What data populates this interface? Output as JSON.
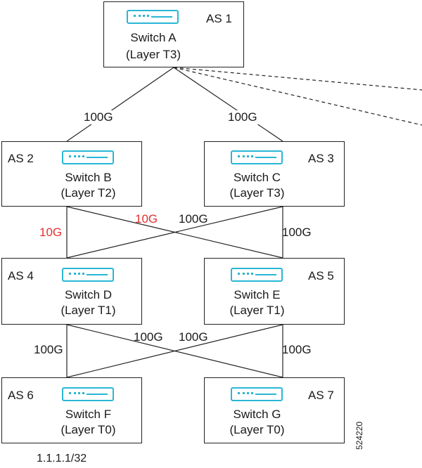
{
  "switches": {
    "a": {
      "as": "AS 1",
      "name": "Switch A",
      "layer": "(Layer T3)"
    },
    "b": {
      "as": "AS 2",
      "name": "Switch B",
      "layer": "(Layer T2)"
    },
    "c": {
      "as": "AS 3",
      "name": "Switch C",
      "layer": "(Layer T3)"
    },
    "d": {
      "as": "AS 4",
      "name": "Switch D",
      "layer": "(Layer T1)"
    },
    "e": {
      "as": "AS 5",
      "name": "Switch E",
      "layer": "(Layer T1)"
    },
    "f": {
      "as": "AS 6",
      "name": "Switch F",
      "layer": "(Layer T0)"
    },
    "g": {
      "as": "AS 7",
      "name": "Switch G",
      "layer": "(Layer T0)"
    }
  },
  "links": {
    "a_b": "100G",
    "a_c": "100G",
    "b_d": "10G",
    "b_e": "10G",
    "c_d": "100G",
    "c_e": "100G",
    "d_f": "100G",
    "d_g": "100G",
    "e_f": "100G",
    "e_g": "100G"
  },
  "colors": {
    "icon": "#29b6d6",
    "highlight": "#e0312f"
  },
  "footer": {
    "ip": "1.1.1.1/32",
    "figure_id": "524220"
  }
}
